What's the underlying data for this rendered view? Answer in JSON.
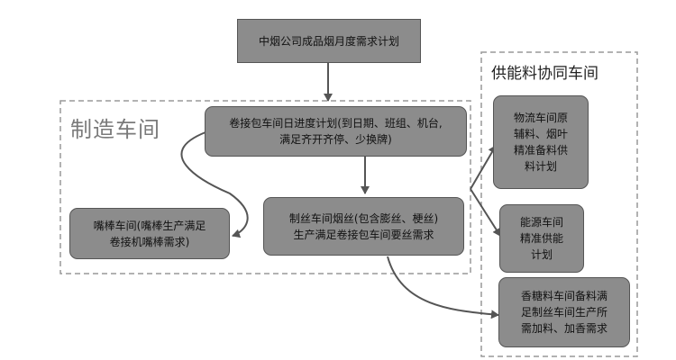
{
  "top_node": {
    "label": "中烟公司成品烟月度需求计划"
  },
  "groups": {
    "manufacturing": {
      "label": "制造车间"
    },
    "supply": {
      "label": "供能料协同车间"
    }
  },
  "nodes": {
    "packaging": {
      "label": "卷接包车间日进度计划(到日期、班组、机台,\n满足齐开齐停、少换牌)"
    },
    "filter": {
      "label": "嘴棒车间(嘴棒生产满足\n卷接机嘴棒需求)"
    },
    "tobacco": {
      "label": "制丝车间烟丝(包含膨丝、梗丝)\n生产满足卷接包车间要丝需求"
    },
    "logistics": {
      "label": "物流车间原\n辅料、烟叶\n精准备料供\n料计划"
    },
    "energy": {
      "label": "能源车间\n精准供能\n计划"
    },
    "flavor": {
      "label": "香糖料车间备料满\n足制丝车间生产所\n需加料、加香需求"
    }
  }
}
